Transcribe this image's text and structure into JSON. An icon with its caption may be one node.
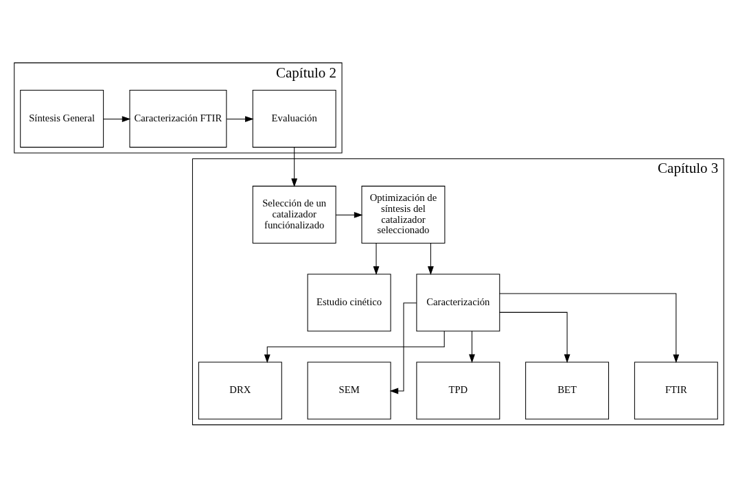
{
  "diagram": {
    "nodes": [
      {
        "text": [
          "Capítulo 2"
        ]
      },
      {
        "text": [
          "Síntesis General"
        ],
        "in": 0
      },
      {
        "text": [
          "Caracterización FTIR"
        ],
        "in": 0
      },
      {
        "text": [
          "Evaluación"
        ],
        "in": 0
      },
      {
        "text": [
          "Capítulo 3"
        ]
      },
      {
        "text": [
          "Selección de un catalizador funciónalizado"
        ],
        "in": 4
      },
      {
        "text": [
          "Optimización de síntesis del catalizador seleccionado"
        ],
        "in": 4
      },
      {
        "text": [
          "Estudio cinético"
        ],
        "in": 4
      },
      {
        "text": [
          "Caracterización"
        ],
        "in": 4
      },
      {
        "text": [
          "DRX"
        ],
        "in": 4
      },
      {
        "text": [
          "SEM"
        ],
        "in": 4
      },
      {
        "text": [
          "TPD"
        ],
        "in": 4
      },
      {
        "text": [
          "BET"
        ],
        "in": 4
      },
      {
        "text": [
          "FTIR"
        ],
        "in": 4
      }
    ],
    "edges": [
      {
        "from": 1,
        "to": 2,
        "arrow": "to"
      },
      {
        "from": 2,
        "to": 3,
        "arrow": "to"
      },
      {
        "from": 3,
        "to": 5,
        "arrow": "to"
      },
      {
        "from": 5,
        "to": 6,
        "arrow": "to"
      },
      {
        "from": 6,
        "to": 7,
        "arrow": "to"
      },
      {
        "from": 6,
        "to": 8,
        "arrow": "to"
      },
      {
        "from": 8,
        "to": 9,
        "arrow": "to"
      },
      {
        "from": 8,
        "to": 10,
        "arrow": "to"
      },
      {
        "from": 8,
        "to": 11,
        "arrow": "to"
      },
      {
        "from": 8,
        "to": 12,
        "arrow": "to"
      },
      {
        "from": 8,
        "to": 13,
        "arrow": "to"
      }
    ]
  }
}
